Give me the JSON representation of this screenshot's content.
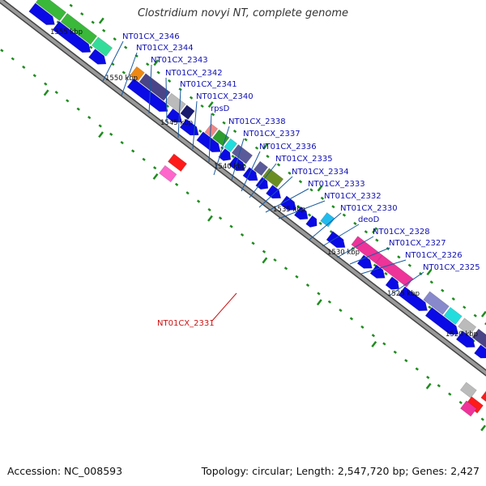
{
  "title": "Clostridium novyi NT, complete genome",
  "footer": {
    "accession": "Accession: NC_008593",
    "summary": "Topology: circular; Length: 2,547,720 bp; Genes: 2,427"
  },
  "colors": {
    "forward_cds": "#0a0ae6",
    "reverse_cds_marker": "#ff1a1a",
    "backbone": "#9a9a9a",
    "tick": "#1e8c1e",
    "forward_label": "#1010b4",
    "reverse_label": "#cc1111"
  },
  "scale_labels": [
    "1555 kbp",
    "1550 kbp",
    "1545 kbp",
    "1540 kbp",
    "1535 kbp",
    "1530 kbp",
    "1525 kbp",
    "1520 kbp"
  ],
  "gene_labels_forward": [
    "NT01CX_2346",
    "NT01CX_2344",
    "NT01CX_2343",
    "NT01CX_2342",
    "NT01CX_2341",
    "NT01CX_2340",
    "rpsD",
    "NT01CX_2338",
    "NT01CX_2337",
    "NT01CX_2336",
    "NT01CX_2335",
    "NT01CX_2334",
    "NT01CX_2333",
    "NT01CX_2332",
    "NT01CX_2330",
    "deoD",
    "NT01CX_2328",
    "NT01CX_2327",
    "NT01CX_2326",
    "NT01CX_2325"
  ],
  "gene_labels_reverse": [
    "NT01CX_2331"
  ],
  "cog_colors": [
    "#3ab83a",
    "#33dd99",
    "#ee8811",
    "#4a4488",
    "#bbbbbb",
    "#1a1a6e",
    "#ee8888",
    "#2e9e2e",
    "#22dddd",
    "#5a5a9a",
    "#6b8e23",
    "#22bbee",
    "#ee3399",
    "#8888cc",
    "#ff66cc",
    "#444444"
  ]
}
